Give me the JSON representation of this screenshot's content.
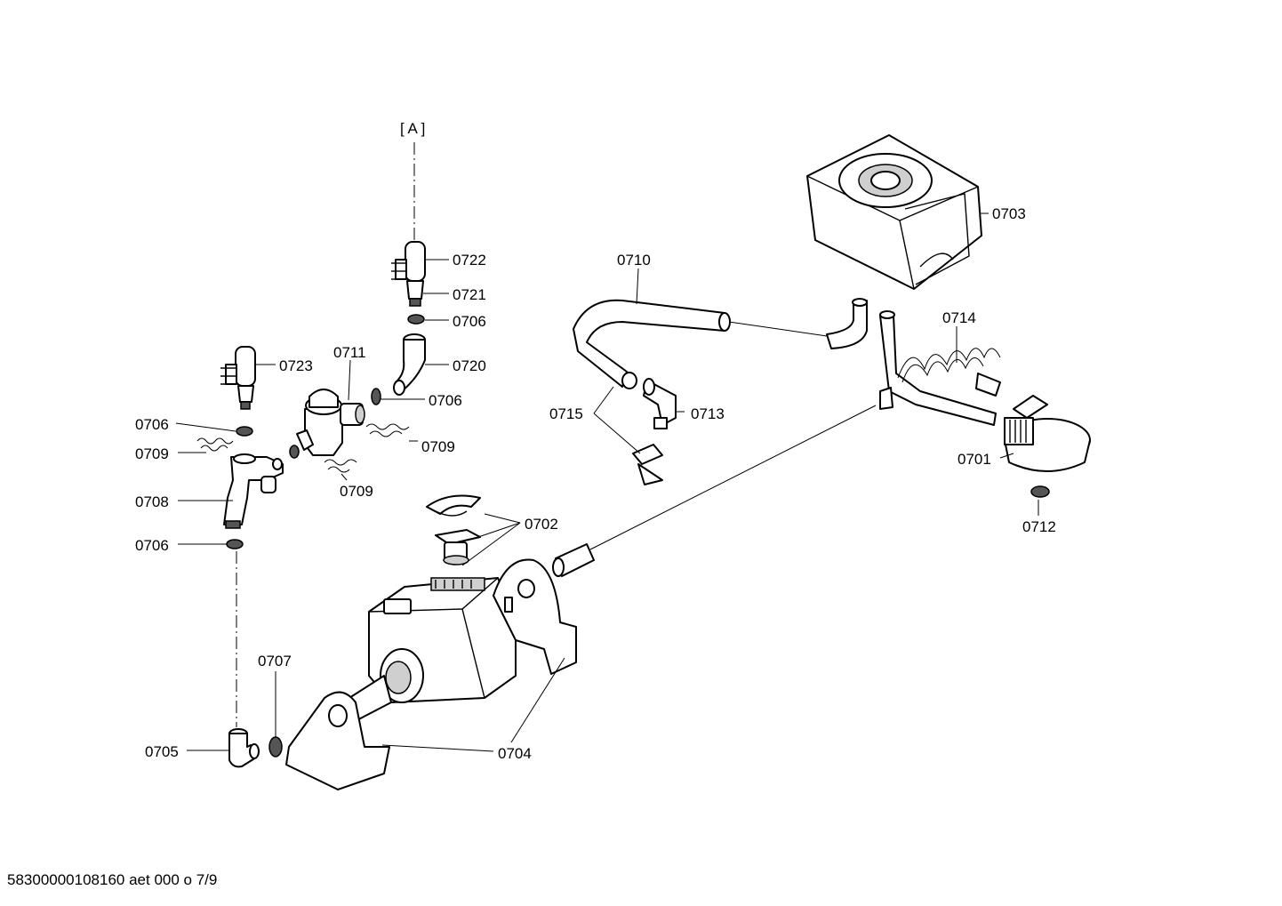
{
  "reference_mark": "[ A ]",
  "labels": {
    "l0703": "0703",
    "l0710": "0710",
    "l0714": "0714",
    "l0722": "0722",
    "l0721": "0721",
    "l0706a": "0706",
    "l0720": "0720",
    "l0711": "0711",
    "l0723": "0723",
    "l0706b": "0706",
    "l0706c": "0706",
    "l0709a": "0709",
    "l0709b": "0709",
    "l0709c": "0709",
    "l0708": "0708",
    "l0706d": "0706",
    "l0715": "0715",
    "l0713": "0713",
    "l0701": "0701",
    "l0712": "0712",
    "l0702": "0702",
    "l0707": "0707",
    "l0705": "0705",
    "l0704": "0704"
  },
  "footer": "58300000108160 aet 000 o 7/9"
}
